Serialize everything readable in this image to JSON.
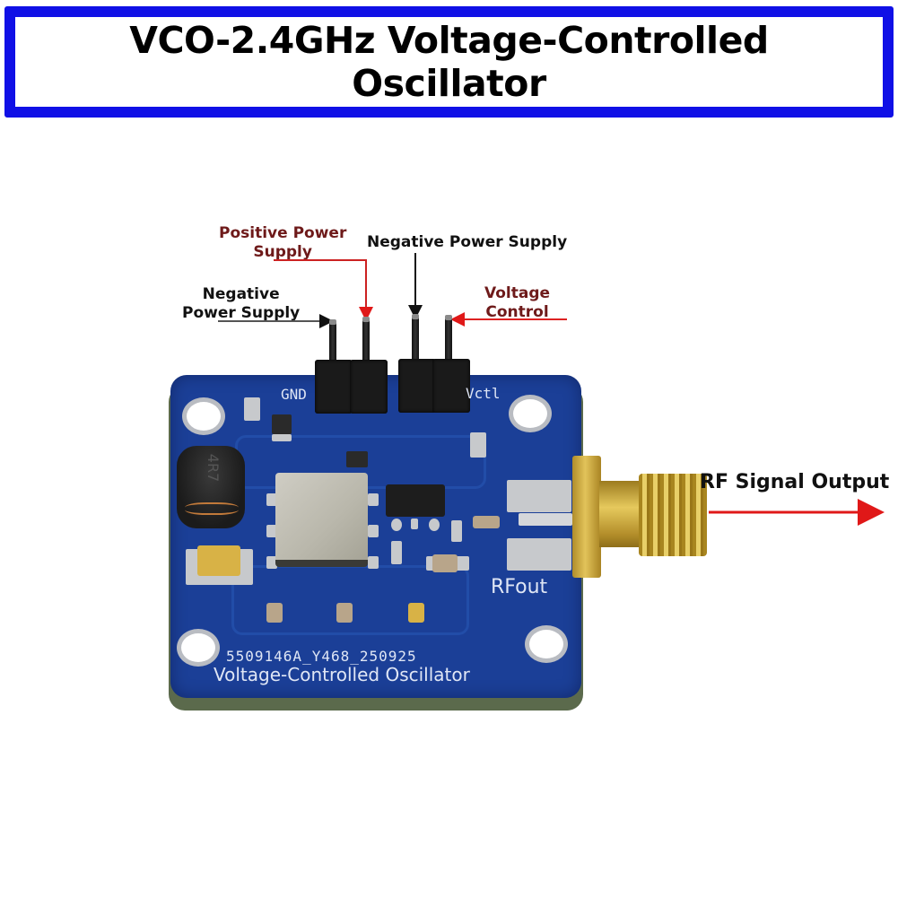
{
  "title": {
    "line1": "VCO-2.4GHz Voltage-Controlled",
    "line2": "Oscillator",
    "border_color": "#1010e6"
  },
  "annotations": {
    "positive_power_supply": {
      "line1": "Positive Power",
      "line2": "Supply",
      "color": "#6e1a1a"
    },
    "negative_power_supply_top": {
      "text": "Negative Power Supply",
      "color": "#111111"
    },
    "negative_power_supply_left": {
      "line1": "Negative",
      "line2": "Power Supply",
      "color": "#111111"
    },
    "voltage_control": {
      "line1": "Voltage",
      "line2": "Control",
      "color": "#6e1a1a"
    },
    "rf_signal_output": {
      "text": "RF Signal Output",
      "color": "#111111",
      "arrow_color": "#e01818"
    }
  },
  "board": {
    "color": "#1b3f97",
    "silkscreen": {
      "gnd": "GND",
      "vctl": "Vctl",
      "rfout": "RFout",
      "part_number": "5509146A_Y468_250925",
      "name": "Voltage-Controlled Oscillator"
    },
    "inductor_marking": "4R7"
  }
}
